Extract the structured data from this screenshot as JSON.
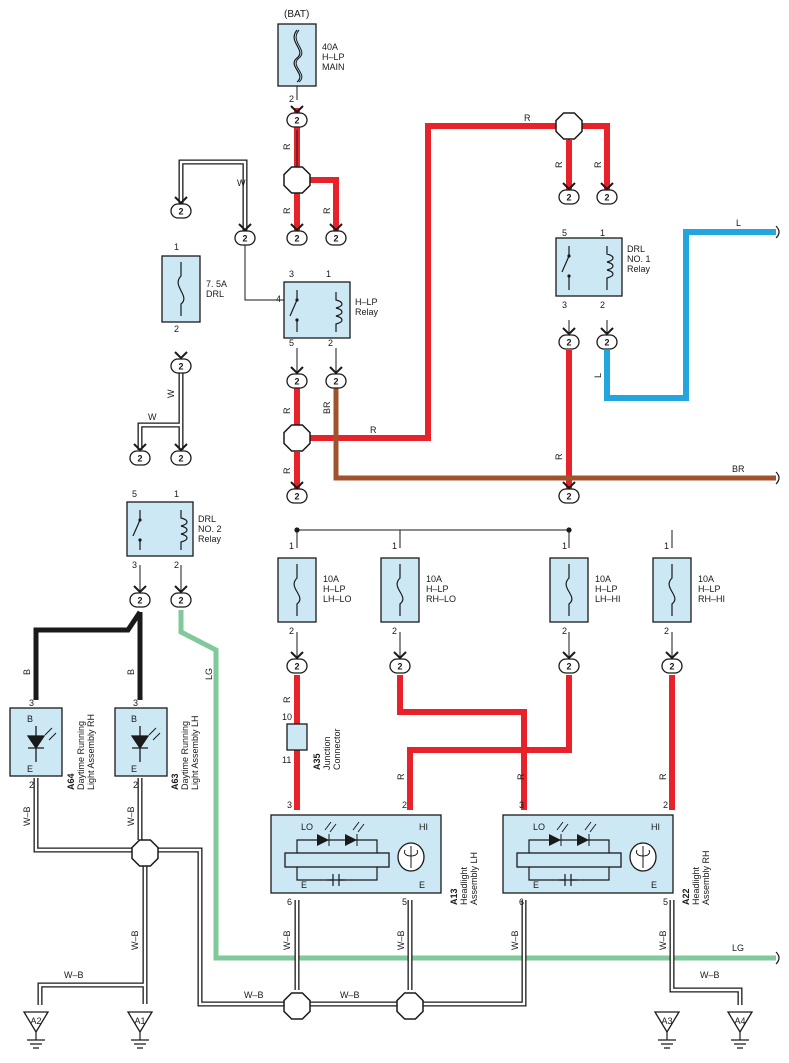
{
  "colors": {
    "red": "#e8222a",
    "blue": "#23a6df",
    "brown": "#a0522d",
    "light_green": "#7fc99a",
    "black": "#1a1a1a",
    "white_wire": "#ffffff",
    "component_fill": "#cde8f5"
  },
  "battery_label": "(BAT)",
  "fuses": {
    "main": "40A\nH–LP\nMAIN",
    "drl": "7. 5A\nDRL",
    "lh_lo": "10A\nH–LP\nLH–LO",
    "rh_lo": "10A\nH–LP\nRH–LO",
    "lh_hi": "10A\nH–LP\nLH–HI",
    "rh_hi": "10A\nH–LP\nRH–HI"
  },
  "relays": {
    "hlp": "H–LP\nRelay",
    "drl1": "DRL\nNO. 1\nRelay",
    "drl2": "DRL\nNO. 2\nRelay"
  },
  "components": {
    "a64_code": "A64",
    "a64_name": "Daytime Running\nLight Assembly RH",
    "a63_code": "A63",
    "a63_name": "Daytime Running\nLight Assembly LH",
    "a35_code": "A35",
    "a35_name": "Junction\nConnector",
    "a13_code": "A13",
    "a13_name": "Headlight\nAssembly LH",
    "a22_code": "A22",
    "a22_name": "Headlight\nAssembly RH"
  },
  "terminal_letters": {
    "lo": "LO",
    "hi": "HI",
    "e": "E",
    "b": "B"
  },
  "wire_colors": {
    "r": "R",
    "w": "W",
    "l": "L",
    "br": "BR",
    "b": "B",
    "lg": "LG",
    "wb": "W–B"
  },
  "connector_label": "2",
  "pins": [
    "1",
    "2",
    "3",
    "4",
    "5",
    "6",
    "10",
    "11"
  ],
  "grounds": [
    "A2",
    "A1",
    "A3",
    "A4"
  ]
}
